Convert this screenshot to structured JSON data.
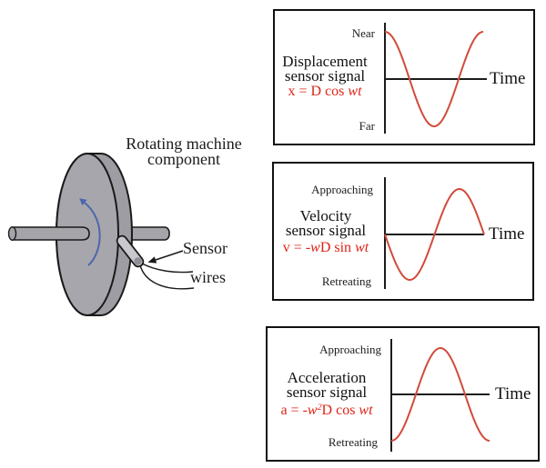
{
  "colors": {
    "background": "#ffffff",
    "outline": "#1a1a1a",
    "curve_red": "#d14b3b",
    "formula_red": "#de2417",
    "disc_face": "#a7a6ac",
    "disc_rim": "#9e9da3",
    "shaft_gray": "#a5a4a9",
    "sensor_body": "#c9c8cd",
    "rotation_arrow_blue": "#4c66ae"
  },
  "machine": {
    "label_line1": "Rotating machine",
    "label_line2": "component",
    "sensor_label": "Sensor",
    "wires_label": "wires",
    "icons": {
      "rotation_arrow": "counterclockwise-arc-arrow",
      "sensor_pointer": "left-pointing-arrow"
    }
  },
  "panels": [
    {
      "id": "displacement",
      "title_line1": "Displacement",
      "title_line2": "sensor signal",
      "formula_plain": "x = D cos wt",
      "formula": [
        {
          "t": "x = D cos "
        },
        {
          "t": "wt",
          "i": true
        }
      ],
      "top_label": "Near",
      "bottom_label": "Far",
      "time_label": "Time",
      "waveform": {
        "fn": "cos",
        "cycles": 1,
        "description": "cosine wave: starts at Near maximum, dips to Far minimum, returns to maximum"
      }
    },
    {
      "id": "velocity",
      "title_line1": "Velocity",
      "title_line2": "sensor signal",
      "formula_plain": "v = -wD sin wt",
      "formula": [
        {
          "t": "v = -"
        },
        {
          "t": "w",
          "i": true
        },
        {
          "t": "D sin "
        },
        {
          "t": "wt",
          "i": true
        }
      ],
      "top_label": "Approaching",
      "bottom_label": "Retreating",
      "time_label": "Time",
      "waveform": {
        "fn": "-sin",
        "cycles": 1,
        "description": "negative sine wave: starts at zero, dips to Retreating minimum, rises to Approaching maximum"
      }
    },
    {
      "id": "acceleration",
      "title_line1": "Acceleration",
      "title_line2": "sensor signal",
      "formula_plain": "a = -w2D cos wt",
      "formula": [
        {
          "t": "a = -"
        },
        {
          "t": "w",
          "i": true
        },
        {
          "t": "2",
          "sup": true
        },
        {
          "t": "D cos "
        },
        {
          "t": "wt",
          "i": true
        }
      ],
      "top_label": "Approaching",
      "bottom_label": "Retreating",
      "time_label": "Time",
      "waveform": {
        "fn": "-cos",
        "cycles": 1,
        "description": "negative cosine wave: starts at Retreating minimum, peaks at Approaching maximum, returns to minimum"
      }
    }
  ]
}
